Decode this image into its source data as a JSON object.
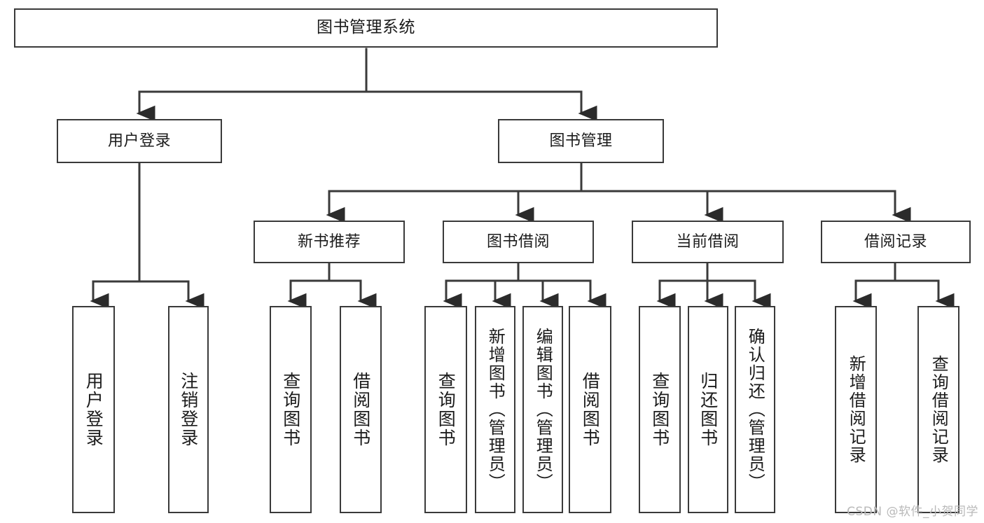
{
  "diagram": {
    "title": "图书管理系统",
    "type": "tree-hierarchy",
    "watermark": "CSDN @软件_小贺同学",
    "line_color": "#3a3a3a",
    "box_fill": "#ffffff",
    "text_color": "#1b1b1b",
    "levels": [
      {
        "level": 1,
        "nodes": [
          {
            "id": "root",
            "label": "图书管理系统"
          }
        ]
      },
      {
        "level": 2,
        "nodes": [
          {
            "id": "user-login",
            "label": "用户登录",
            "parent": "root"
          },
          {
            "id": "book-manage",
            "label": "图书管理",
            "parent": "root"
          }
        ]
      },
      {
        "level": 3,
        "nodes": [
          {
            "id": "new-book-rec",
            "label": "新书推荐",
            "parent": "book-manage"
          },
          {
            "id": "book-borrow",
            "label": "图书借阅",
            "parent": "book-manage"
          },
          {
            "id": "current-borrow",
            "label": "当前借阅",
            "parent": "book-manage"
          },
          {
            "id": "borrow-record",
            "label": "借阅记录",
            "parent": "book-manage"
          }
        ]
      },
      {
        "level": 4,
        "nodes": [
          {
            "id": "leaf-user-login",
            "label": "用户登录",
            "parent": "user-login"
          },
          {
            "id": "leaf-logout",
            "label": "注销登录",
            "parent": "user-login"
          },
          {
            "id": "leaf-query-book-1",
            "label": "查询图书",
            "parent": "new-book-rec"
          },
          {
            "id": "leaf-borrow-book-1",
            "label": "借阅图书",
            "parent": "new-book-rec"
          },
          {
            "id": "leaf-query-book-2",
            "label": "查询图书",
            "parent": "book-borrow"
          },
          {
            "id": "leaf-add-book",
            "label": "新增图书（管理员）",
            "parent": "book-borrow"
          },
          {
            "id": "leaf-edit-book",
            "label": "编辑图书（管理员）",
            "parent": "book-borrow"
          },
          {
            "id": "leaf-borrow-book-2",
            "label": "借阅图书",
            "parent": "book-borrow"
          },
          {
            "id": "leaf-query-book-3",
            "label": "查询图书",
            "parent": "current-borrow"
          },
          {
            "id": "leaf-return-book",
            "label": "归还图书",
            "parent": "current-borrow"
          },
          {
            "id": "leaf-confirm-return",
            "label": "确认归还（管理员）",
            "parent": "current-borrow"
          },
          {
            "id": "leaf-add-record",
            "label": "新增借阅记录",
            "parent": "borrow-record"
          },
          {
            "id": "leaf-query-record",
            "label": "查询借阅记录",
            "parent": "borrow-record"
          }
        ]
      }
    ]
  }
}
